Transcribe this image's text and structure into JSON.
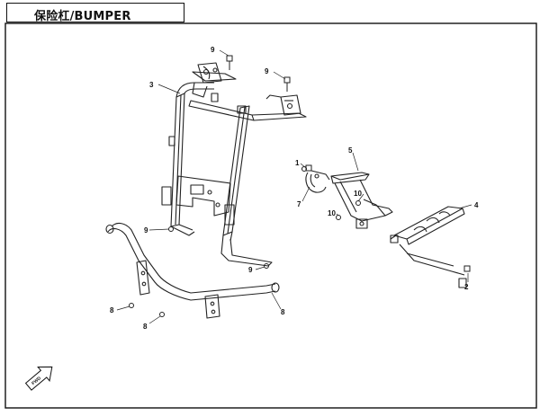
{
  "header": {
    "title": "保险杠/BUMPER"
  },
  "fwd_label": "FWD",
  "callouts": {
    "c1": "9",
    "c2": "9",
    "c3": "3",
    "c4": "1",
    "c5": "5",
    "c6": "7",
    "c7": "10",
    "c8": "10",
    "c9": "4",
    "c10": "9",
    "c11": "9",
    "c12": "2",
    "c13": "8",
    "c14": "8",
    "c15": "8"
  }
}
